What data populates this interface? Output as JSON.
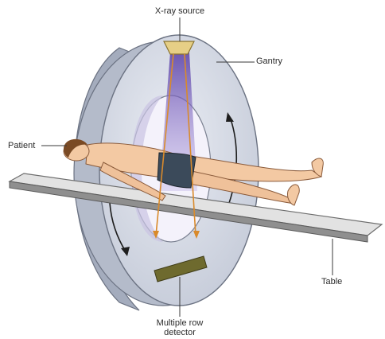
{
  "labels": {
    "xray_source": "X-ray source",
    "gantry": "Gantry",
    "patient": "Patient",
    "table": "Table",
    "detector_line1": "Multiple row",
    "detector_line2": "detector"
  },
  "colors": {
    "gantry_face": "#c9cfdc",
    "gantry_side": "#9aa2b3",
    "bore": "#eceaf6",
    "beam": "#6f56b8",
    "xray_tube": "#e4cf8a",
    "rays": "#d98a2b",
    "skin": "#f3c9a3",
    "shorts": "#3b4a5a",
    "table_top": "#dedede",
    "table_edge": "#8c8c8c",
    "detector": "#6e6a2e"
  }
}
